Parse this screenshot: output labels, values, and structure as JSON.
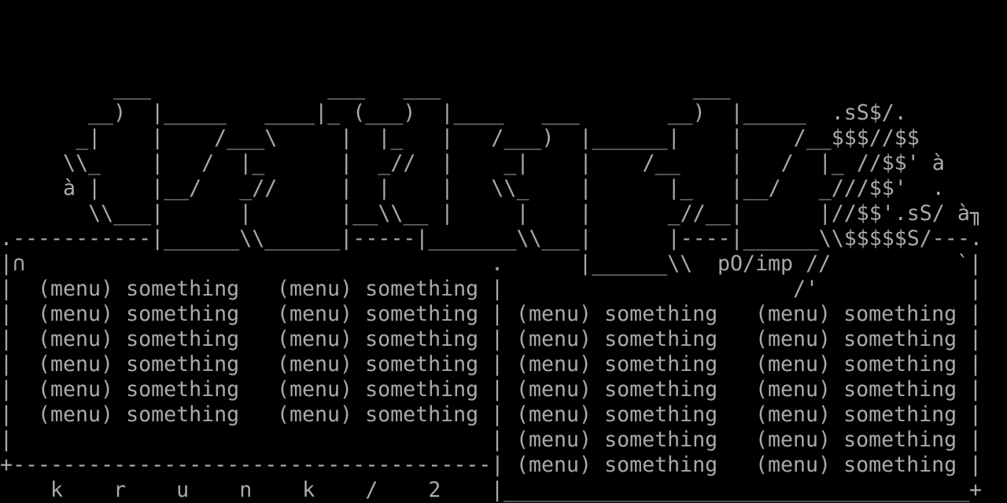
{
  "colors": {
    "background": "#000000",
    "text": "#aaaaaa"
  },
  "logo": {
    "lines": [
      "         ___              ___   ___                    ___",
      "       __)  |_____   ____|_ (___)  |____   ___       __)  |_____  .sS$/.",
      "      _|    |    /___\\     |  |_   |   /___)  |______|    |    /__$$$//$$",
      "     \\\\_    |   /  |_      |  _//  |    _|    |    /__    |   /  |_ //$$' à",
      "     à |    |__/   _//     |  |    |   \\\\_    |      |_   |__/   _///$$'  .",
      "       \\\\___|      |       |__\\\\__ |     |    |      _//__|      |//$$'.sS/ à╖",
      ".-----------|______\\\\______|-----|_______\\\\___|      |----|______\\\\$$$$$S/---."
    ],
    "corner_mark": "|∩",
    "dot": ".",
    "underline_piece": "|______\\\\",
    "signature": "pO/imp //",
    "tail_top": "/'",
    "right_top": "`|"
  },
  "frame": {
    "vbar": "|",
    "divider": "+--------------------------------------|",
    "right_underline": "_____________________________________",
    "corner": "+"
  },
  "left_panel": {
    "items": [
      {
        "key": "(menu)",
        "label": "something"
      },
      {
        "key": "(menu)",
        "label": "something"
      },
      {
        "key": "(menu)",
        "label": "something"
      },
      {
        "key": "(menu)",
        "label": "something"
      },
      {
        "key": "(menu)",
        "label": "something"
      },
      {
        "key": "(menu)",
        "label": "something"
      },
      {
        "key": "(menu)",
        "label": "something"
      },
      {
        "key": "(menu)",
        "label": "something"
      },
      {
        "key": "(menu)",
        "label": "something"
      },
      {
        "key": "(menu)",
        "label": "something"
      },
      {
        "key": "(menu)",
        "label": "something"
      },
      {
        "key": "(menu)",
        "label": "something"
      }
    ]
  },
  "right_panel": {
    "items": [
      {
        "key": "(menu)",
        "label": "something"
      },
      {
        "key": "(menu)",
        "label": "something"
      },
      {
        "key": "(menu)",
        "label": "something"
      },
      {
        "key": "(menu)",
        "label": "something"
      },
      {
        "key": "(menu)",
        "label": "something"
      },
      {
        "key": "(menu)",
        "label": "something"
      },
      {
        "key": "(menu)",
        "label": "something"
      },
      {
        "key": "(menu)",
        "label": "something"
      },
      {
        "key": "(menu)",
        "label": "something"
      },
      {
        "key": "(menu)",
        "label": "something"
      },
      {
        "key": "(menu)",
        "label": "something"
      },
      {
        "key": "(menu)",
        "label": "something"
      },
      {
        "key": "(menu)",
        "label": "something"
      },
      {
        "key": "(menu)",
        "label": "something"
      }
    ]
  },
  "footer": {
    "title": "    k    r    u    n    k    /    2"
  }
}
